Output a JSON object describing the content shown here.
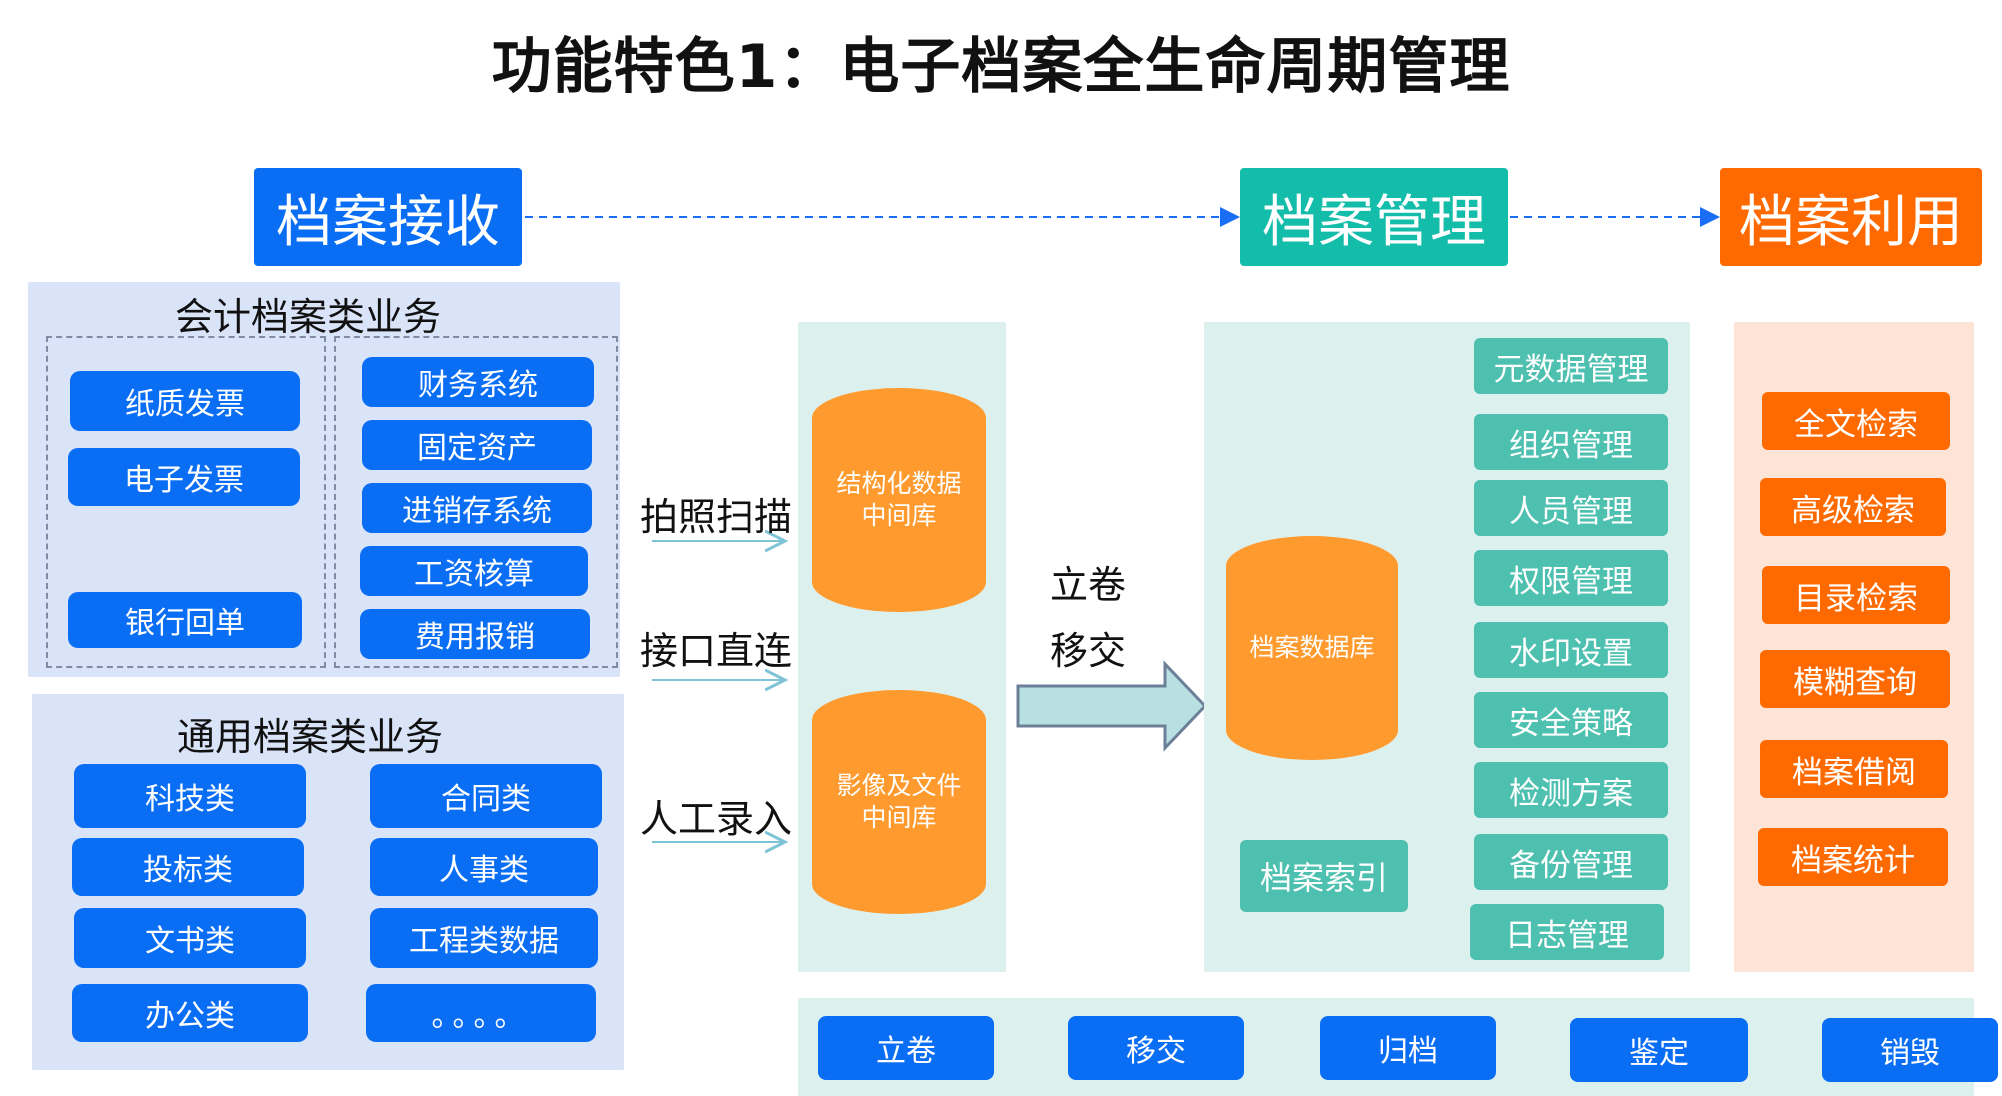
{
  "title": "功能特色1：电子档案全生命周期管理",
  "colors": {
    "blue": "#0a6ef5",
    "teal": "#13bdaa",
    "orange": "#ff6a00",
    "cylinder": "#ff9a2e"
  },
  "stages": {
    "receive": "档案接收",
    "manage": "档案管理",
    "use": "档案利用"
  },
  "accounting": {
    "title": "会计档案类业务",
    "left": [
      "纸质发票",
      "电子发票",
      "银行回单"
    ],
    "right": [
      "财务系统",
      "固定资产",
      "进销存系统",
      "工资核算",
      "费用报销"
    ]
  },
  "general": {
    "title": "通用档案类业务",
    "left": [
      "科技类",
      "投标类",
      "文书类",
      "办公类"
    ],
    "right": [
      "合同类",
      "人事类",
      "工程类数据",
      "。。。。"
    ]
  },
  "ingest_methods": [
    "拍照扫描",
    "接口直连",
    "人工录入"
  ],
  "middle_dbs": [
    {
      "label": "结构化数据中间库"
    },
    {
      "label": "影像及文件中间库"
    }
  ],
  "transfer_label": [
    "立卷",
    "移交"
  ],
  "archive_db": "档案数据库",
  "archive_index": "档案索引",
  "manage_items": [
    "元数据管理",
    "组织管理",
    "人员管理",
    "权限管理",
    "水印设置",
    "安全策略",
    "检测方案",
    "备份管理",
    "日志管理"
  ],
  "use_items": [
    "全文检索",
    "高级检索",
    "目录检索",
    "模糊查询",
    "档案借阅",
    "档案统计"
  ],
  "lifecycle": [
    "立卷",
    "移交",
    "归档",
    "鉴定",
    "销毁"
  ]
}
